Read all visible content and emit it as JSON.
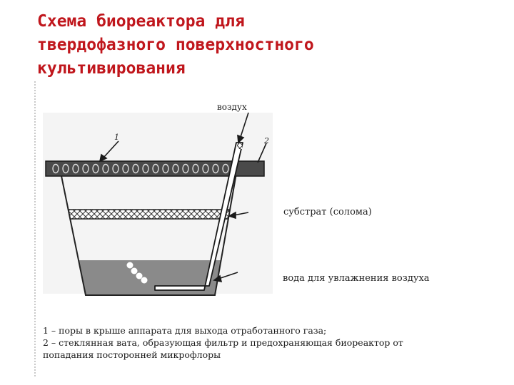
{
  "title_lines": [
    "Схема биореактора для",
    "твердофазного поверхностного",
    "культивирования"
  ],
  "diagram": {
    "label_air": "воздух",
    "label_1": "1",
    "label_2": "2",
    "label_substrate": "субстрат (солома)",
    "label_water": "вода для увлажнения воздуха"
  },
  "legend": {
    "line1": "1 – поры в крыше аппарата для выхода отработанного газа;",
    "line2": "2 – стеклянная вата, образующая фильтр и предохраняющая биореактор от",
    "line3": "попадания посторонней микрофлоры"
  },
  "colors": {
    "title": "#c0161c",
    "lid": "#4a4a4a",
    "water": "#8a8a8a",
    "outline": "#222222"
  }
}
